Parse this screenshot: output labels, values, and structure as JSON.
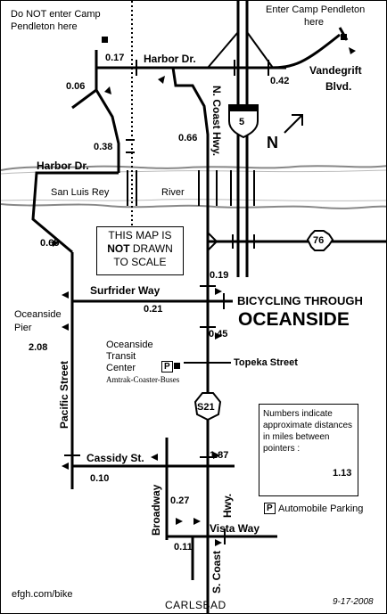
{
  "labels": {
    "do_not_enter_1": "Do NOT enter Camp",
    "do_not_enter_2": "Pendleton here",
    "enter_camp_1": "Enter Camp Pendleton",
    "enter_camp_2": "here",
    "harbor_dr_top": "Harbor Dr.",
    "harbor_dr_left": "Harbor Dr.",
    "vandegrift_1": "Vandegrift",
    "vandegrift_2": "Blvd.",
    "north_coast_hwy": "N. Coast Hwy.",
    "san_luis_rey": "San Luis Rey",
    "river": "River",
    "surfrider_way": "Surfrider Way",
    "oceanside_pier_1": "Oceanside",
    "oceanside_pier_2": "Pier",
    "pacific_street": "Pacific Street",
    "transit_1": "Oceanside",
    "transit_2": "Transit",
    "transit_3": "Center",
    "amtrak": "Amtrak-Coaster-Buses",
    "topeka_street": "Topeka Street",
    "cassidy_st": "Cassidy St.",
    "broadway": "Broadway",
    "hwy": "Hwy.",
    "vista_way": "Vista Way",
    "south_coast": "S. Coast",
    "carlsbad": "CARLSBAD",
    "footer_url": "efgh.com/bike",
    "date_sig": "9-17-2008",
    "title_1": "BICYCLING THROUGH",
    "title_2": "OCEANSIDE",
    "parking_legend": "Automobile Parking",
    "parking_symbol": "P"
  },
  "shields": {
    "i5": "5",
    "sr76": "76",
    "s21": "S21"
  },
  "north_arrow": "N",
  "note": {
    "line1": "THIS MAP IS",
    "line2": "NOT",
    "line3": "DRAWN",
    "line4": "TO SCALE"
  },
  "legend": {
    "text_1": "Numbers indicate",
    "text_2": "approximate distances",
    "text_3": "in miles between",
    "text_4": "pointers :",
    "example": "1.13"
  },
  "distances": {
    "d017": "0.17",
    "d006": "0.06",
    "d038": "0.38",
    "d066": "0.66",
    "d042": "0.42",
    "d065": "0.65",
    "d019": "0.19",
    "d021": "0.21",
    "d045": "0.45",
    "d208": "2.08",
    "d187": "1.87",
    "d010": "0.10",
    "d027": "0.27",
    "d011": "0.11"
  }
}
